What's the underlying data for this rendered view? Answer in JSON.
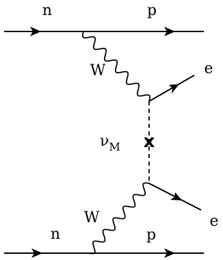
{
  "labels": {
    "top_left_particle": "n",
    "top_right_particle": "p",
    "bottom_left_particle": "n",
    "bottom_right_particle": "p",
    "upper_boson": "W",
    "lower_boson": "W",
    "upper_lepton": "e",
    "lower_lepton": "e",
    "neutrino_symbol": "ν",
    "neutrino_subscript": "M",
    "mass_insertion": "x"
  }
}
